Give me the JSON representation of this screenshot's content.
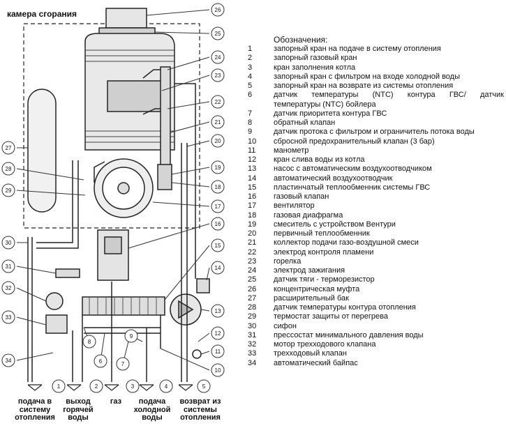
{
  "chamber_label": "камера сгорания",
  "legend_title": "Обозначения:",
  "legend": [
    {
      "n": "1",
      "text": "запорный кран на подаче в систему отопления"
    },
    {
      "n": "2",
      "text": "запорный газовый кран"
    },
    {
      "n": "3",
      "text": "кран заполнения котла"
    },
    {
      "n": "4",
      "text": "запорный кран с фильтром на входе холодной воды"
    },
    {
      "n": "5",
      "text": "запорный кран на возврате из системы отопления"
    },
    {
      "n": "6",
      "text": "датчик температуры (NTC) контура ГВС/ датчик"
    },
    {
      "n": "",
      "text": "температуры (NTC) бойлера"
    },
    {
      "n": "7",
      "text": "датчик приоритета контура ГВС"
    },
    {
      "n": "8",
      "text": "обратный клапан"
    },
    {
      "n": "9",
      "text": "датчик протока с фильтром и ограничитель потока воды"
    },
    {
      "n": "10",
      "text": "сбросной предохранительный клапан (3 бар)"
    },
    {
      "n": "11",
      "text": "манометр"
    },
    {
      "n": "12",
      "text": "кран слива воды из котла"
    },
    {
      "n": "13",
      "text": "насос с автоматическим воздухоотводчиком"
    },
    {
      "n": "14",
      "text": "автоматический воздухоотводчик"
    },
    {
      "n": "15",
      "text": "пластинчатый теплообменник системы ГВС"
    },
    {
      "n": "16",
      "text": "газовый клапан"
    },
    {
      "n": "17",
      "text": "вентилятор"
    },
    {
      "n": "18",
      "text": "газовая диафрагма"
    },
    {
      "n": "19",
      "text": "смеситель с устройством Вентури"
    },
    {
      "n": "20",
      "text": "первичный теплообменник"
    },
    {
      "n": "21",
      "text": "коллектор подачи газо-воздушной смеси"
    },
    {
      "n": "22",
      "text": "электрод контроля пламени"
    },
    {
      "n": "23",
      "text": "горелка"
    },
    {
      "n": "24",
      "text": "электрод зажигания"
    },
    {
      "n": "25",
      "text": "датчик тяги - терморезистор"
    },
    {
      "n": "26",
      "text": "концентрическая муфта"
    },
    {
      "n": "27",
      "text": "расширительный бак"
    },
    {
      "n": "28",
      "text": "датчик температуры контура отопления"
    },
    {
      "n": "29",
      "text": "термостат защиты от перегрева"
    },
    {
      "n": "30",
      "text": "сифон"
    },
    {
      "n": "31",
      "text": "прессостат минимального давления воды"
    },
    {
      "n": "32",
      "text": "мотор трехходового клапана"
    },
    {
      "n": "33",
      "text": "трехходовый клапан"
    },
    {
      "n": "34",
      "text": "автоматический байпас"
    }
  ],
  "bottom_labels": [
    {
      "l1": "подача в",
      "l2": "систему",
      "l3": "отопления"
    },
    {
      "l1": "выход",
      "l2": "горячей",
      "l3": "воды"
    },
    {
      "l1": "газ",
      "l2": "",
      "l3": ""
    },
    {
      "l1": "подача",
      "l2": "холодной",
      "l3": "воды"
    },
    {
      "l1": "возврат из",
      "l2": "системы",
      "l3": "отопления"
    }
  ],
  "callouts": [
    "1",
    "2",
    "3",
    "4",
    "5",
    "6",
    "7",
    "8",
    "9",
    "10",
    "11",
    "12",
    "13",
    "14",
    "15",
    "16",
    "17",
    "18",
    "19",
    "20",
    "21",
    "22",
    "23",
    "24",
    "25",
    "26",
    "27",
    "28",
    "29",
    "30",
    "31",
    "32",
    "33",
    "34"
  ]
}
